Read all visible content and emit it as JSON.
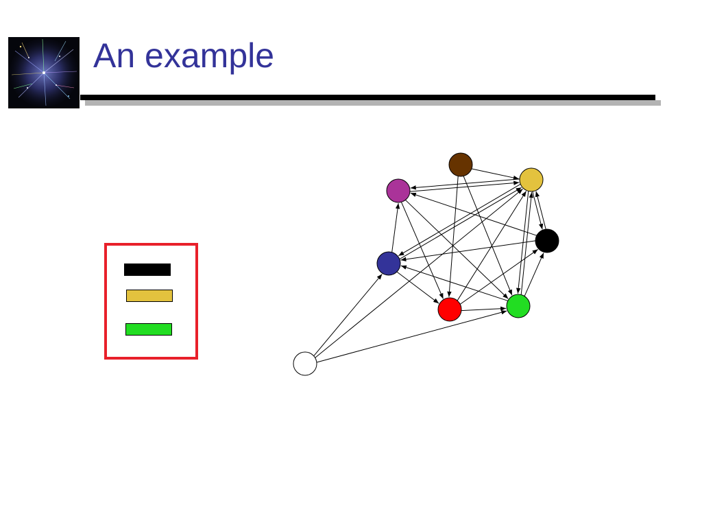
{
  "slide": {
    "title": "An example",
    "logo_icon": "network-galaxy-icon"
  },
  "colors": {
    "title": "#333399",
    "legend_border": "#e8202a",
    "legend_black": "#000000",
    "legend_gold": "#e3c23e",
    "legend_green": "#22dd22"
  },
  "graph": {
    "nodes": [
      {
        "id": "brown",
        "color": "#663300"
      },
      {
        "id": "gold",
        "color": "#e3c23e"
      },
      {
        "id": "magenta",
        "color": "#aa3399"
      },
      {
        "id": "black",
        "color": "#000000"
      },
      {
        "id": "blue",
        "color": "#333399"
      },
      {
        "id": "red",
        "color": "#ff0000"
      },
      {
        "id": "green",
        "color": "#22dd22"
      },
      {
        "id": "white",
        "color": "#ffffff"
      }
    ],
    "edges": [
      {
        "from": "brown",
        "to": "gold"
      },
      {
        "from": "brown",
        "to": "red"
      },
      {
        "from": "brown",
        "to": "green"
      },
      {
        "from": "gold",
        "to": "magenta"
      },
      {
        "from": "magenta",
        "to": "gold"
      },
      {
        "from": "gold",
        "to": "black"
      },
      {
        "from": "black",
        "to": "gold"
      },
      {
        "from": "gold",
        "to": "blue"
      },
      {
        "from": "gold",
        "to": "green"
      },
      {
        "from": "green",
        "to": "gold"
      },
      {
        "from": "magenta",
        "to": "red"
      },
      {
        "from": "magenta",
        "to": "green"
      },
      {
        "from": "black",
        "to": "magenta"
      },
      {
        "from": "blue",
        "to": "magenta"
      },
      {
        "from": "blue",
        "to": "red"
      },
      {
        "from": "blue",
        "to": "gold"
      },
      {
        "from": "black",
        "to": "blue"
      },
      {
        "from": "green",
        "to": "blue"
      },
      {
        "from": "red",
        "to": "gold"
      },
      {
        "from": "red",
        "to": "green"
      },
      {
        "from": "red",
        "to": "black"
      },
      {
        "from": "green",
        "to": "black"
      },
      {
        "from": "white",
        "to": "blue"
      },
      {
        "from": "white",
        "to": "gold"
      },
      {
        "from": "white",
        "to": "green"
      }
    ]
  }
}
